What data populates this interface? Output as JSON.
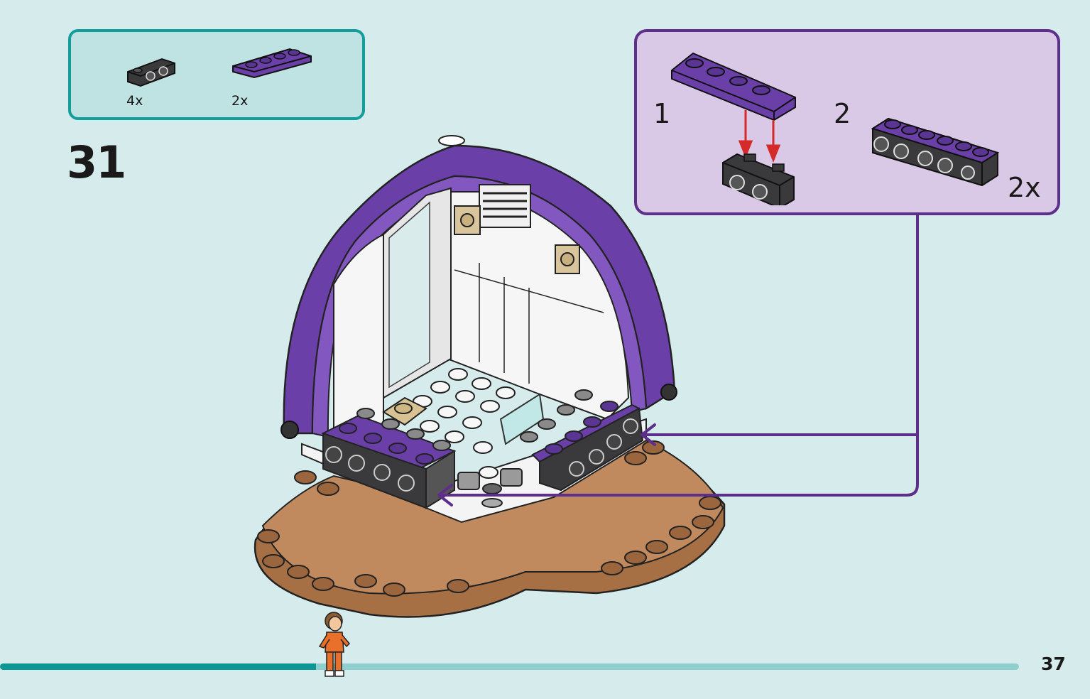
{
  "parts_list": {
    "items": [
      {
        "name": "dark-gray-bracket",
        "quantity": "4x"
      },
      {
        "name": "purple-plate-1x4",
        "quantity": "2x"
      }
    ]
  },
  "step": {
    "number": "31"
  },
  "sub_assembly": {
    "steps": [
      {
        "label": "1"
      },
      {
        "label": "2"
      }
    ],
    "multiplier": "2x"
  },
  "progress": {
    "fraction": 0.31
  },
  "page": {
    "number": "37"
  },
  "colors": {
    "background": "#d6ecec",
    "parts_border": "#139d9b",
    "sub_border": "#5d2e8a",
    "sub_fill": "#d9c9e6",
    "brick_purple": "#6b3fa8",
    "brick_dark": "#3d3d40",
    "base_brown": "#b07a50",
    "arrow_red": "#d42a2a"
  }
}
